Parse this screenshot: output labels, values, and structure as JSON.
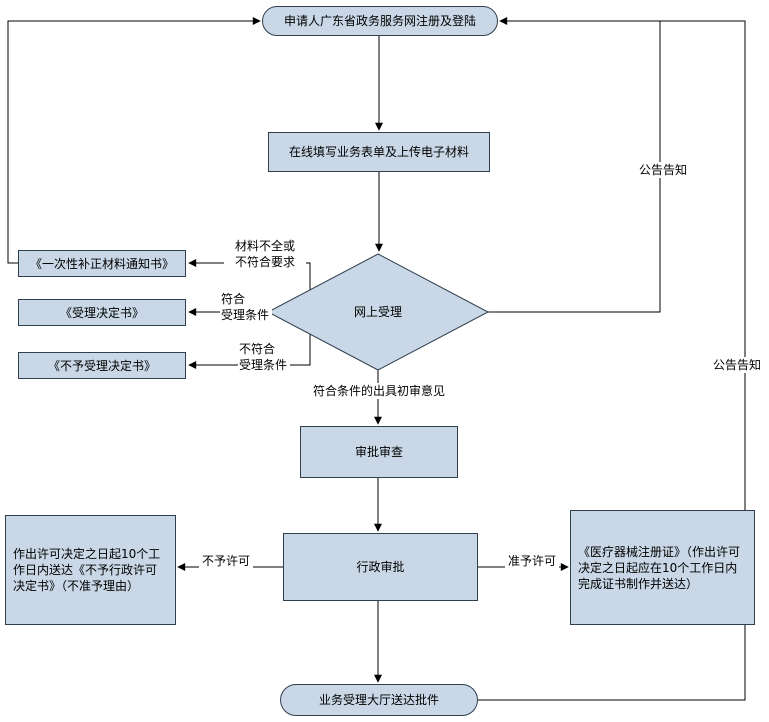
{
  "diagram": {
    "nodes": {
      "start": "申请人广东省政务服务网注册及登陆",
      "online_form": "在线填写业务表单及上传电子材料",
      "decision": "网上受理",
      "supplement_notice": "《一次性补正材料通知书》",
      "accept_decision": "《受理决定书》",
      "reject_decision": "《不予受理决定书》",
      "review": "审批审查",
      "admin": "行政审批",
      "deny_delivery": "作出许可决定之日起10个工作日内送达《不予行政许可决定书》（不准予理由）",
      "cert": "《医疗器械注册证》（作出许可决定之日起应在10个工作日内完成证书制作并送达）",
      "end": "业务受理大厅送达批件"
    },
    "edge_labels": {
      "incomplete": "材料不全或\n不符合要求",
      "meets": "符合\n受理条件",
      "not_meets": "不符合\n受理条件",
      "initial_opinion": "符合条件的出具初审意见",
      "deny": "不予许可",
      "grant": "准予许可",
      "announce_inner": "公告告知",
      "announce_outer": "公告告知"
    },
    "colors": {
      "node_fill": "#c9d7e6",
      "node_border": "#31404e",
      "line": "#000000"
    }
  }
}
